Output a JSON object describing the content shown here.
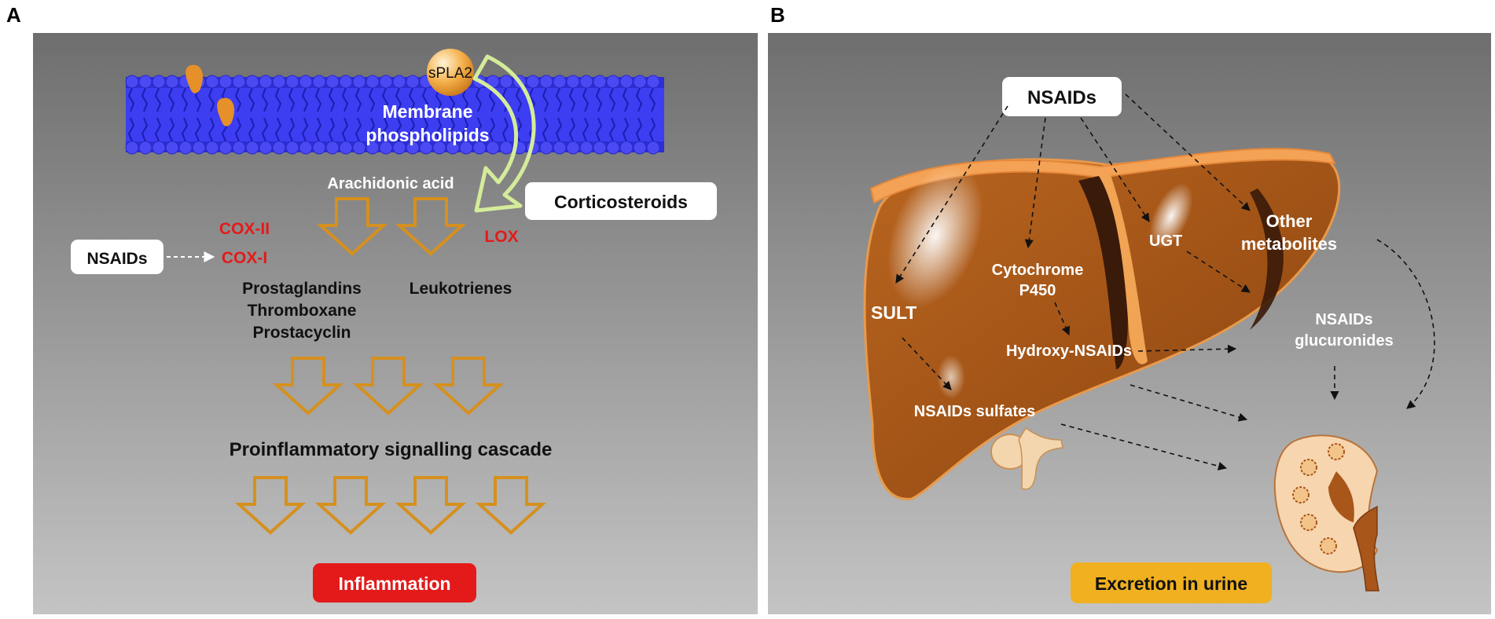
{
  "panel_a": {
    "letter": "A",
    "enzyme_label": "sPLA2",
    "membrane_label": [
      "Membrane",
      "phospholipids"
    ],
    "arachidonic_label": "Arachidonic acid",
    "corticosteroids_label": "Corticosteroids",
    "cox2_label": "COX-II",
    "cox1_label": "COX-I",
    "lox_label": "LOX",
    "nsaids_label": "NSAIDs",
    "prostanoids": [
      "Prostaglandins",
      "Thromboxane",
      "Prostacyclin"
    ],
    "leukotrienes_label": "Leukotrienes",
    "cascade_label": "Proinflammatory signalling cascade",
    "inflammation_label": "Inflammation"
  },
  "panel_b": {
    "letter": "B",
    "nsaids_label": "NSAIDs",
    "sult_label": "SULT",
    "cyp_label": [
      "Cytochrome",
      "P450"
    ],
    "ugt_label": "UGT",
    "other_label": [
      "Other",
      "metabolites"
    ],
    "hydroxy_label": "Hydroxy-NSAIDs",
    "glucuronides_label": [
      "NSAIDs",
      "glucuronides"
    ],
    "sulfates_label": "NSAIDs sulfates",
    "excretion_label": "Excretion in urine"
  },
  "colors": {
    "panel_gradient_top": "#6f6f6f",
    "panel_gradient_bottom": "#bdbdbd",
    "membrane_blue": "#3b3bf0",
    "arrow_orange": "#d6901e",
    "inhibitor_red": "#e41a1a",
    "liver_brown": "#a8561a",
    "inflammation_red": "#e41a1a",
    "excretion_orange": "#f0b020"
  }
}
